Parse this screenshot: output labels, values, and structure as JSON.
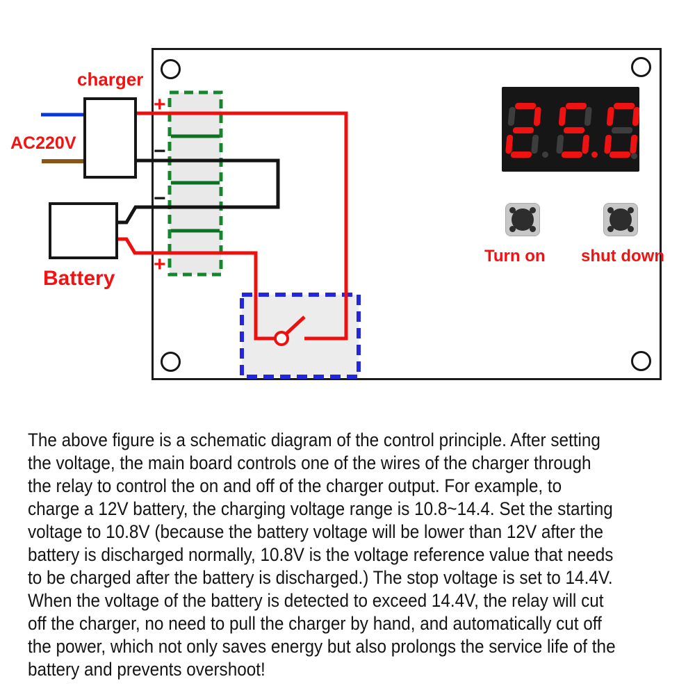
{
  "figure": {
    "labels": {
      "charger": "charger",
      "ac_source": "AC220V",
      "battery": "Battery",
      "plus": "+",
      "minus": "−",
      "turn_on": "Turn on",
      "shut_down": "shut down"
    },
    "display": {
      "value": "25.0",
      "digits": [
        {
          "char": "2",
          "segments": [
            "a",
            "b",
            "g",
            "e",
            "d"
          ],
          "dp": false
        },
        {
          "char": "5",
          "segments": [
            "a",
            "f",
            "g",
            "c",
            "d"
          ],
          "dp": true
        },
        {
          "char": "0",
          "segments": [
            "a",
            "b",
            "c",
            "d",
            "e",
            "f"
          ],
          "dp": false
        }
      ]
    },
    "colors": {
      "wire-red": "#ee0f0f",
      "wire-black": "#141414",
      "wire-blue": "#0636dd",
      "wire-brown": "#8a5318",
      "terminal-green": "#16862e",
      "divider-green": "#0d7022",
      "relay-blue": "#2326df",
      "label-red": "#f31111",
      "fill-gray": "#e9e9e9",
      "display-bg": "#161616",
      "display-lit": "#ee1312",
      "display-unlit": "#3d3d3d",
      "button-gray": "#c7c7c7",
      "button-dark": "#2d2d2d"
    }
  },
  "description": {
    "lines": [
      "The above figure is a schematic diagram of the control principle. After setting",
      "the voltage, the main board controls one of the wires of the charger through",
      "the relay to control the on and off of the charger output. For example, to",
      "charge a 12V battery, the charging voltage range is 10.8~14.4. Set the starting",
      "voltage to 10.8V (because the battery voltage will be lower than 12V after the",
      "battery is discharged normally, 10.8V is the voltage reference value that needs",
      "to be charged after the battery is discharged.) The stop voltage is set to 14.4V.",
      "When the voltage of the battery is detected to exceed 14.4V, the relay will cut",
      "off the charger, no need to pull the charger by hand, and automatically cut off",
      "the power, which not only saves energy but also prolongs the service life of the",
      "battery and prevents overshoot!"
    ]
  }
}
